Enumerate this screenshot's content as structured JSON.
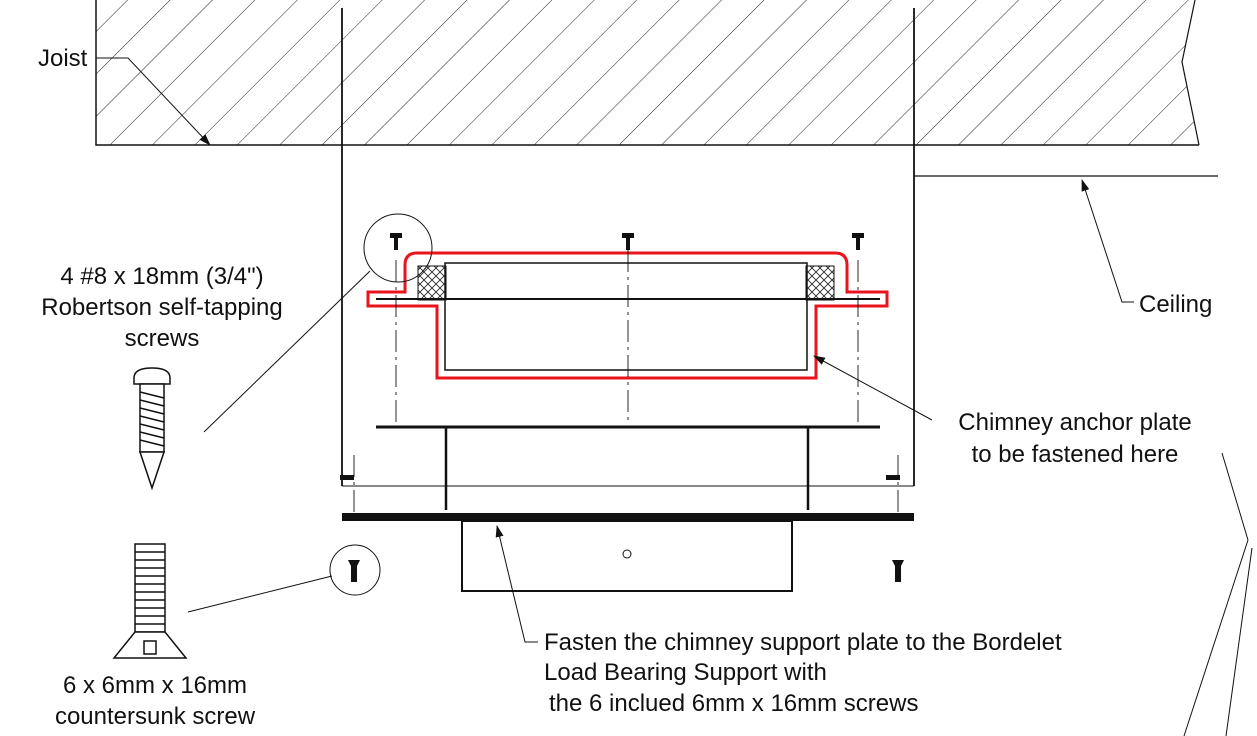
{
  "labels": {
    "joist": "Joist",
    "ceiling": "Ceiling",
    "robertson_line1": "4 #8 x 18mm (3/4\")",
    "robertson_line2": "Robertson self-tapping",
    "robertson_line3": "screws",
    "anchor_line1": "Chimney anchor plate",
    "anchor_line2": "to be fastened here",
    "fasten_line1": "Fasten the chimney support plate to the Bordelet",
    "fasten_line2": "Load Bearing Support with",
    "fasten_line3": "the 6 inclued 6mm x 16mm screws",
    "countersunk_line1": "6 x 6mm x 16mm",
    "countersunk_line2": "countersunk screw"
  },
  "colors": {
    "line": "#111111",
    "highlight": "#e8141e",
    "background": "#ffffff"
  }
}
